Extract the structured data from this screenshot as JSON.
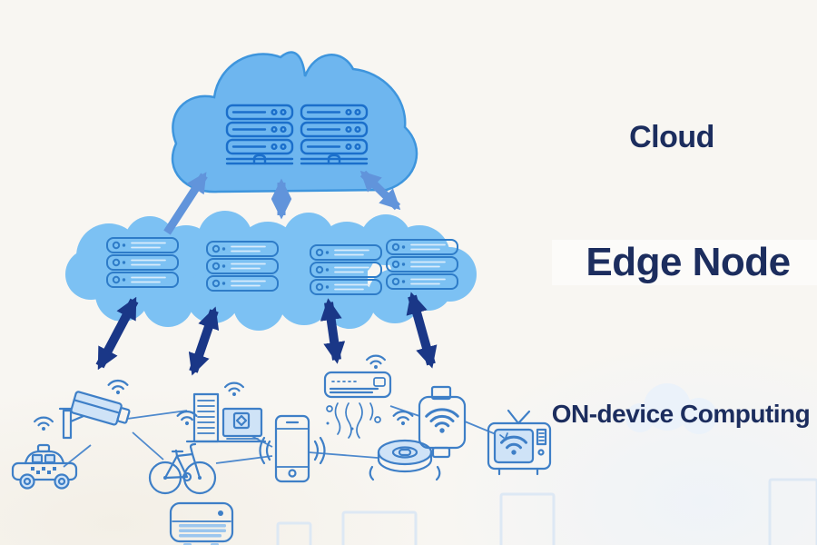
{
  "diagram": {
    "labels": {
      "cloud": "Cloud",
      "edge_node": "Edge Node",
      "on_device": "ON-device Computing"
    },
    "layers": [
      {
        "id": "cloud",
        "title": "Cloud",
        "icons": [
          "server-rack",
          "server-rack"
        ]
      },
      {
        "id": "edge-node",
        "title": "Edge Node",
        "icons": [
          "edge-server-rack",
          "edge-server-rack",
          "edge-server-rack",
          "edge-server-rack"
        ]
      },
      {
        "id": "on-device-computing",
        "title": "ON-device Computing",
        "icons": [
          "cctv-camera",
          "taxi-car",
          "gateway-computer",
          "bicycle",
          "smartphone",
          "air-conditioner-wifi",
          "robot-vacuum",
          "smart-plug",
          "smart-tv",
          "air-conditioner-plain"
        ]
      }
    ],
    "arrows": {
      "cloud_edge": [
        {
          "direction": "up",
          "style": "light-blue"
        },
        {
          "direction": "both",
          "style": "light-blue"
        },
        {
          "direction": "both",
          "style": "light-blue"
        }
      ],
      "edge_device": [
        {
          "direction": "both",
          "style": "dark-navy"
        },
        {
          "direction": "both",
          "style": "dark-navy"
        },
        {
          "direction": "both",
          "style": "dark-navy"
        },
        {
          "direction": "both",
          "style": "dark-navy"
        }
      ]
    }
  },
  "colors": {
    "background": "#F8F6F2",
    "cloud_fill": "#6EB6EF",
    "cloud_stroke": "#3E95DD",
    "cloud_icon_stroke": "#1B6FCB",
    "edge_cloud_fill": "#7CC1F3",
    "icon_stroke": "#2E7CC8",
    "rack_detail": "#D9ECFB",
    "device_stroke": "#3E7FC7",
    "device_fill": "#CFE3F7",
    "vent_fill": "#9CC6EE",
    "network_line": "#4E89CD",
    "light_arrow": "#6194DB",
    "dark_arrow": "#1A3787",
    "label_text": "#1C2D5E",
    "ghost": "#DDE8F4"
  }
}
